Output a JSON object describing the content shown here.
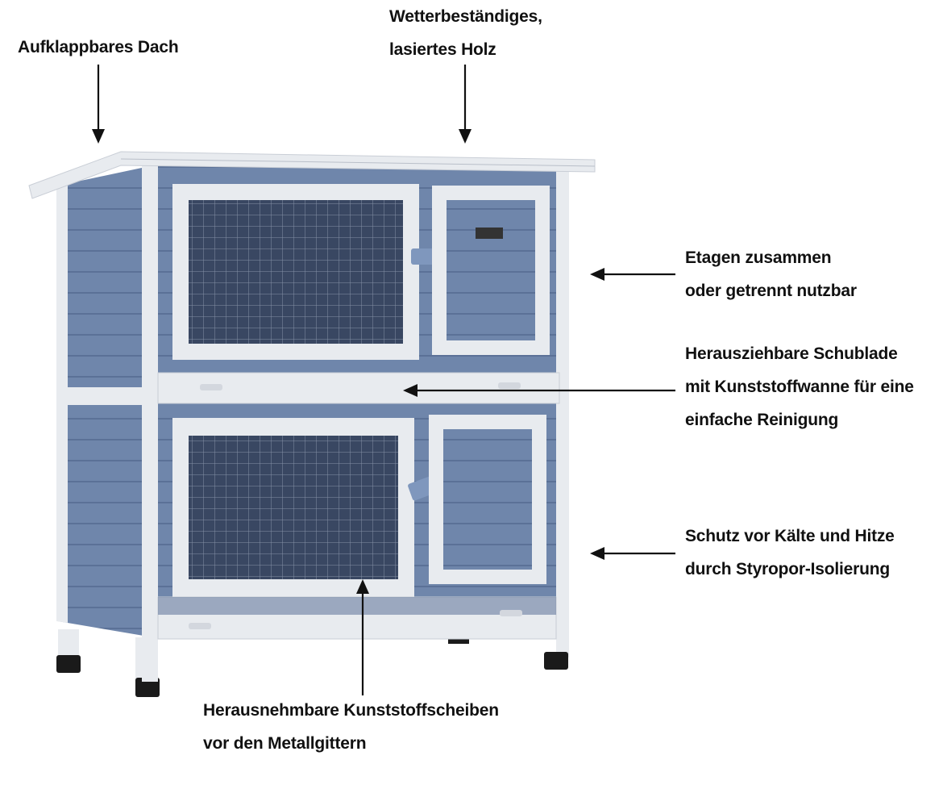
{
  "colors": {
    "wood_blue": "#6f86ab",
    "wood_blue_dark": "#5b7197",
    "trim_white": "#e8ebef",
    "arrow": "#111111",
    "feet": "#1a1a1a"
  },
  "annotations": {
    "roof": {
      "line1": "Aufklappbares Dach"
    },
    "wood": {
      "line1": "Wetterbeständiges,",
      "line2": "lasiertes Holz"
    },
    "floors": {
      "line1": "Etagen zusammen",
      "line2": "oder getrennt nutzbar"
    },
    "drawer": {
      "line1": "Herausziehbare Schublade",
      "line2": "mit Kunststoffwanne für eine",
      "line3": "einfache Reinigung"
    },
    "insulation": {
      "line1": "Schutz vor Kälte und Hitze",
      "line2": "durch Styropor-Isolierung"
    },
    "panels": {
      "line1": "Herausnehmbare Kunststoffscheiben",
      "line2": "vor den Metallgittern"
    }
  }
}
